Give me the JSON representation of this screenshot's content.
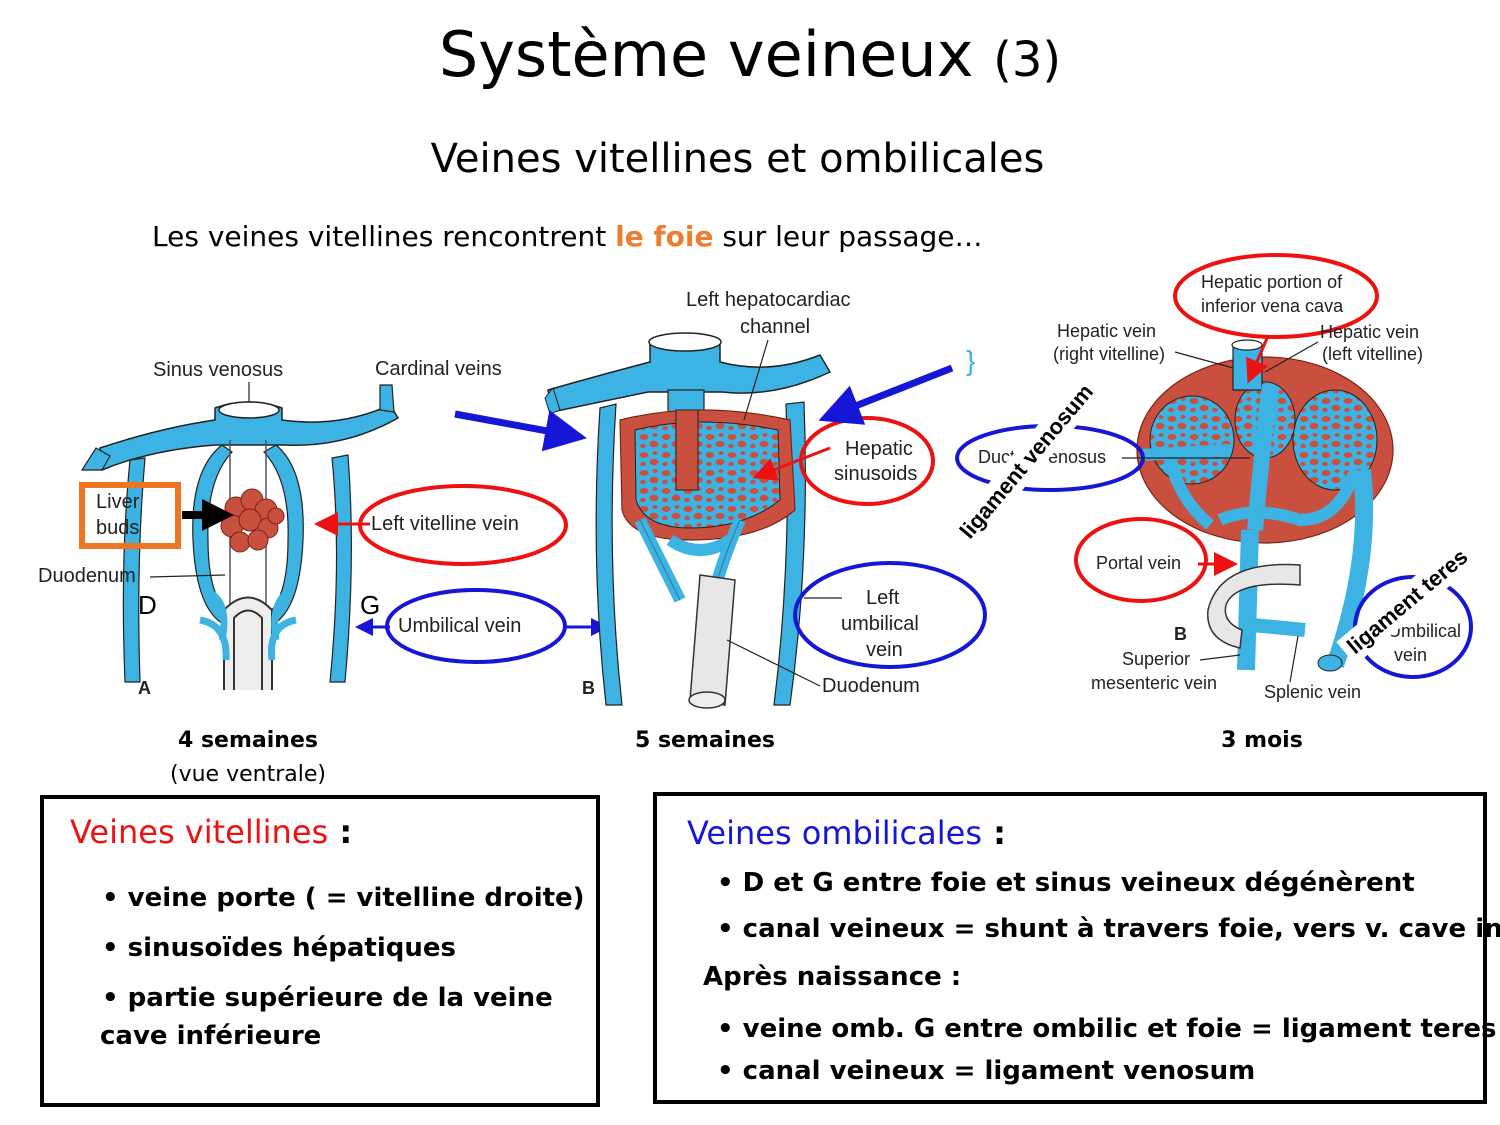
{
  "title": {
    "main": "Système veineux",
    "num": "(3)"
  },
  "subtitle": "Veines vitellines et ombilicales",
  "intro": {
    "before": "Les veines vitellines rencontrent ",
    "highlight": "le foie",
    "after": " sur leur passage…"
  },
  "colors": {
    "vein": "#3cb3e3",
    "liver": "#c9503f",
    "red_annotation": "#ee1111",
    "blue_annotation": "#1616d6",
    "orange_box": "#ee7420",
    "highlight_text": "#ed7d31"
  },
  "figure_a": {
    "letter": "A",
    "labels": {
      "sinus_venosus": "Sinus venosus",
      "cardinal_veins": "Cardinal veins",
      "liver_buds_1": "Liver",
      "liver_buds_2": "buds",
      "duodenum": "Duodenum",
      "left_vitelline_vein": "Left vitelline vein",
      "umbilical_vein": "Umbilical vein",
      "side_d": "D",
      "side_g": "G"
    },
    "caption": "4 semaines",
    "caption_sub": "(vue ventrale)"
  },
  "figure_b": {
    "letter": "B",
    "labels": {
      "hepatocardiac_1": "Left hepatocardiac",
      "hepatocardiac_2": "channel",
      "hepatic_sinusoids_1": "Hepatic",
      "hepatic_sinusoids_2": "sinusoids",
      "left_umbilical_1": "Left",
      "left_umbilical_2": "umbilical",
      "left_umbilical_3": "vein",
      "duodenum": "Duodenum"
    },
    "caption": "5 semaines"
  },
  "figure_c": {
    "letter": "B",
    "labels": {
      "hepatic_portion_1": "Hepatic portion of",
      "hepatic_portion_2": "inferior vena cava",
      "hepatic_vein_right_1": "Hepatic vein",
      "hepatic_vein_right_2": "(right vitelline)",
      "hepatic_vein_left_1": "Hepatic vein",
      "hepatic_vein_left_2": "(left vitelline)",
      "ductus_venosus": "Ductus venosus",
      "portal_vein": "Portal vein",
      "superior_mesenteric_1": "Superior",
      "superior_mesenteric_2": "mesenteric vein",
      "splenic_vein": "Splenic vein",
      "umbilical_vein_1": "Umbilical",
      "umbilical_vein_2": "vein",
      "ligament_venosum": "ligament venosum",
      "ligament_teres": "ligament teres"
    },
    "caption": "3 mois"
  },
  "box_vitellines": {
    "title": "Veines vitellines",
    "colon": " :",
    "items": [
      "• veine porte ( = vitelline droite)",
      "• sinusoïdes hépatiques",
      "• partie supérieure de la veine",
      "cave inférieure"
    ]
  },
  "box_ombilicales": {
    "title": "Veines ombilicales",
    "colon": " :",
    "items": [
      "• D et G entre foie et sinus veineux dégénèrent",
      "• canal veineux = shunt à travers foie, vers v. cave inf."
    ],
    "after_birth": "Après naissance :",
    "items_after": [
      "• veine omb. G entre ombilic et foie = ligament teres",
      "• canal veineux = ligament venosum"
    ]
  }
}
